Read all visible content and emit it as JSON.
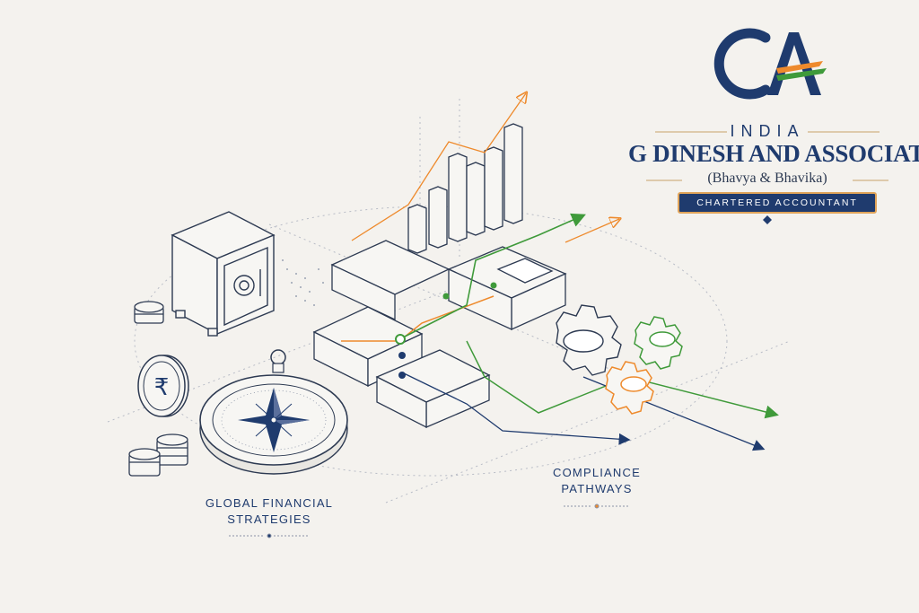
{
  "brand": {
    "logo_letters": "CA",
    "country": "INDIA",
    "firm_name": "G DINESH AND ASSOCIATES",
    "partners": "(Bhavya & Bhavika)",
    "designation": "CHARTERED ACCOUNTANT"
  },
  "illustration": {
    "rupee_symbol": "₹",
    "caption_left": "GLOBAL FINANCIAL STRATEGIES",
    "caption_right": "COMPLIANCE PATHWAYS",
    "icons": [
      "safe-icon",
      "coin-stack-icon",
      "rupee-coin-icon",
      "compass-icon",
      "bar-chart-icon",
      "trend-arrow-icon",
      "maze-icon",
      "gear-icon"
    ]
  },
  "colors": {
    "navy": "#1f3b6e",
    "orange": "#ee8a2c",
    "green": "#3f9a3a",
    "background": "#f4f2ee"
  }
}
